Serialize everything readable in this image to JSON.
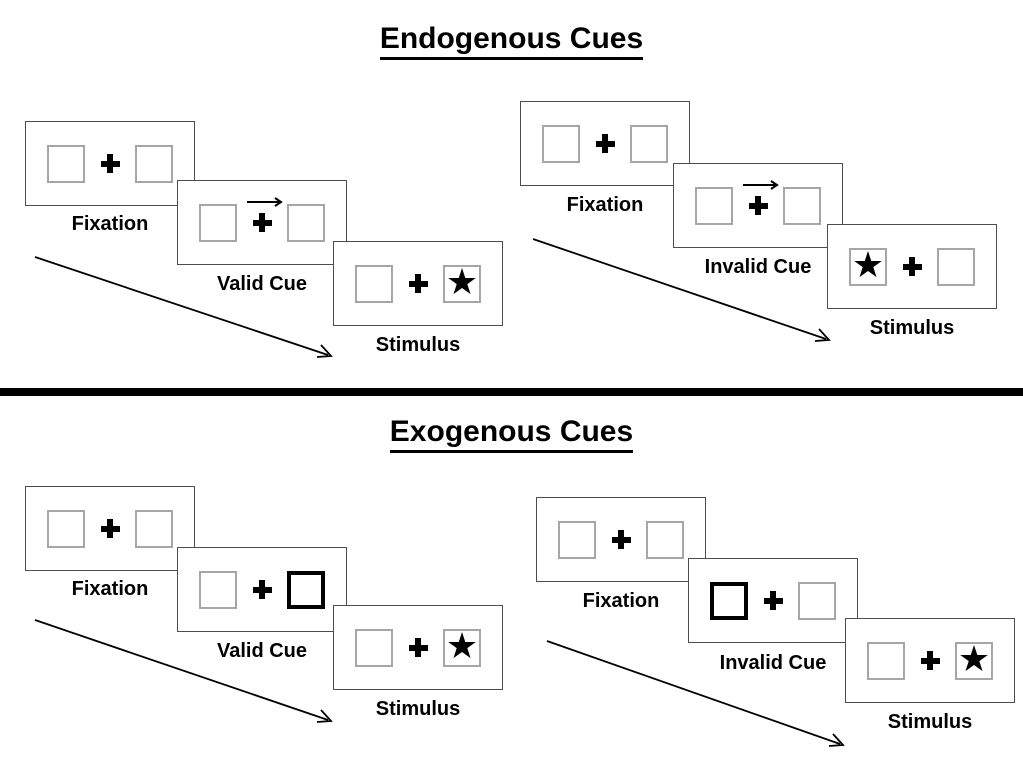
{
  "colors": {
    "ink": "#000000",
    "panel_border": "#4d4d4d",
    "placeholder_box_border": "#a6a6a6",
    "highlight_box_border": "#000000",
    "background": "#ffffff"
  },
  "icons": {
    "star_glyph": "★",
    "fixation_cross": "plus",
    "cue_arrow_direction": "right",
    "timeline_arrow_direction": "down-right"
  },
  "sections": [
    {
      "title": "Endogenous Cues",
      "cue_style": "central-arrow",
      "groups": [
        {
          "name": "valid",
          "panels": [
            {
              "label": "Fixation",
              "left_box": "empty",
              "right_box": "empty"
            },
            {
              "label": "Valid Cue",
              "left_box": "empty",
              "right_box": "empty",
              "cue_arrow": "right"
            },
            {
              "label": "Stimulus",
              "left_box": "empty",
              "right_box": "star"
            }
          ]
        },
        {
          "name": "invalid",
          "panels": [
            {
              "label": "Fixation",
              "left_box": "empty",
              "right_box": "empty"
            },
            {
              "label": "Invalid Cue",
              "left_box": "empty",
              "right_box": "empty",
              "cue_arrow": "right"
            },
            {
              "label": "Stimulus",
              "left_box": "star",
              "right_box": "empty"
            }
          ]
        }
      ]
    },
    {
      "title": "Exogenous Cues",
      "cue_style": "peripheral-highlight",
      "groups": [
        {
          "name": "valid",
          "panels": [
            {
              "label": "Fixation",
              "left_box": "empty",
              "right_box": "empty"
            },
            {
              "label": "Valid Cue",
              "left_box": "empty",
              "right_box": "highlighted"
            },
            {
              "label": "Stimulus",
              "left_box": "empty",
              "right_box": "star"
            }
          ]
        },
        {
          "name": "invalid",
          "panels": [
            {
              "label": "Fixation",
              "left_box": "empty",
              "right_box": "empty"
            },
            {
              "label": "Invalid Cue",
              "left_box": "highlighted",
              "right_box": "empty"
            },
            {
              "label": "Stimulus",
              "left_box": "empty",
              "right_box": "star"
            }
          ]
        }
      ]
    }
  ]
}
